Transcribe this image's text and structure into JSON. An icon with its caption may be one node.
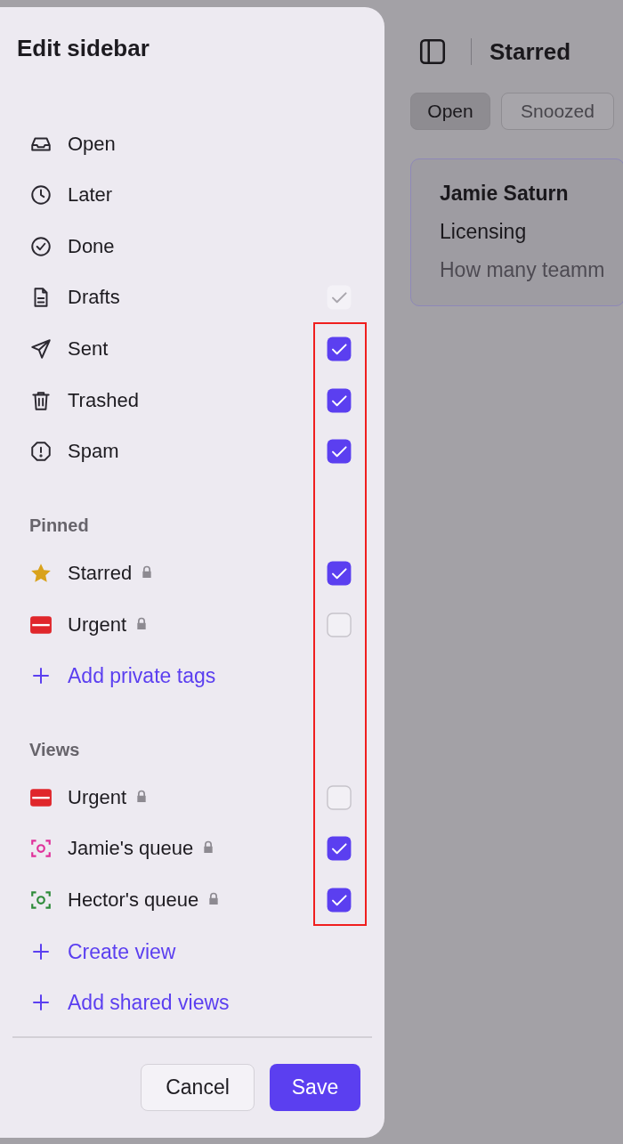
{
  "diagram": {
    "title": "Edit sidebar",
    "labels": [
      "Open",
      "Later",
      "Done",
      "Drafts",
      "Sent",
      "Trashed",
      "Spam",
      "Pinned",
      "Starred",
      "Urgent",
      "Add private tags",
      "Views",
      "Urgent",
      "Jamie's queue",
      "Hector's queue",
      "Create view",
      "Add shared views",
      "Cancel",
      "Save",
      "Starred",
      "Open",
      "Snoozed",
      "Jamie Saturn",
      "Licensing",
      "How many teamm"
    ]
  }
}
